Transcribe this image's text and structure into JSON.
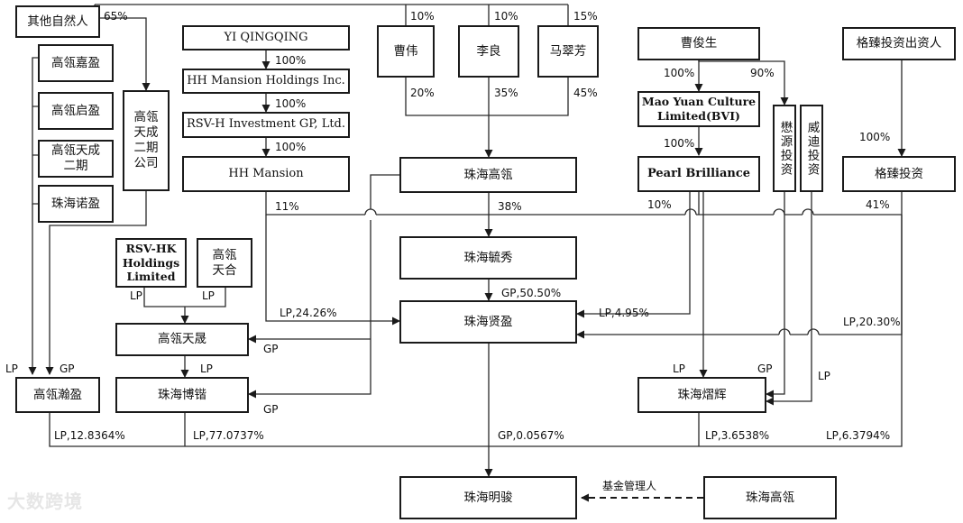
{
  "entities": {
    "other_natural_persons": "其他自然人",
    "yi_qingqing": "YI QINGQING",
    "hh_mansion_holdings": "HH Mansion Holdings Inc.",
    "rsv_h_gp": "RSV-H Investment GP, Ltd.",
    "hh_mansion": "HH Mansion",
    "cao_wei": "曹伟",
    "li_liang": "李良",
    "ma_cuifang": "马翠芳",
    "cao_junsheng": "曹俊生",
    "mao_yuan": "Mao Yuan Culture\nLimited(BVI)",
    "pearl_brilliance": "Pearl Brilliance",
    "gezhen_investors": "格臻投资出资人",
    "gezhen_investment": "格臻投资",
    "mao_yuan_inv": "懋源投资",
    "weidi_inv": "威迪投资",
    "gaolan_jiaying": "高瓴嘉盈",
    "gaolan_qiying": "高瓴启盈",
    "gaolan_tiancheng_2": "高瓴天成\n二期",
    "zhuhai_nuoying": "珠海诺盈",
    "gaolan_tiancheng_2_company": "高瓴\n天成\n二期\n公司",
    "zhuhai_gaolan": "珠海高瓴",
    "zhuhai_hangxiu": "珠海毓秀",
    "rsv_hk": "RSV-HK\nHoldings\nLimited",
    "gaolan_tianhe": "高瓴\n天合",
    "gaolan_tiansheng": "高瓴天晟",
    "zhuhai_xianying": "珠海贤盈",
    "gaolan_hanying": "高瓴瀚盈",
    "zhuhai_bozi": "珠海博锴",
    "zhuhai_yaohui": "珠海熠辉",
    "zhuhai_mingjun": "珠海明骏",
    "zhuhai_gaolan_manager": "珠海高瓴"
  },
  "labels": {
    "p65": "65%",
    "p10a": "10%",
    "p10b": "10%",
    "p15": "15%",
    "p100a": "100%",
    "p100b": "100%",
    "p100c": "100%",
    "p20": "20%",
    "p35": "35%",
    "p45": "45%",
    "p100d": "100%",
    "p90": "90%",
    "p100e": "100%",
    "p100f": "100%",
    "p11": "11%",
    "p38": "38%",
    "p10c": "10%",
    "p41": "41%",
    "lp_rsvhk": "LP",
    "lp_tianhe": "LP",
    "gp_5050": "GP,50.50%",
    "lp_2426": "LP,24.26%",
    "lp_495": "LP,4.95%",
    "lp_2030": "LP,20.30%",
    "gp_tiansheng": "GP",
    "lp_left": "LP",
    "gp_left": "GP",
    "lp_bozi": "LP",
    "gp_bozi": "GP",
    "lp_yaohui": "LP",
    "gp_yaohui": "GP",
    "lp_weidi": "LP",
    "lp_128364": "LP,12.8364%",
    "lp_770737": "LP,77.0737%",
    "gp_00567": "GP,0.0567%",
    "lp_36538": "LP,3.6538%",
    "lp_63794": "LP,6.3794%",
    "fund_manager": "基金管理人"
  },
  "watermark": "大数跨境"
}
